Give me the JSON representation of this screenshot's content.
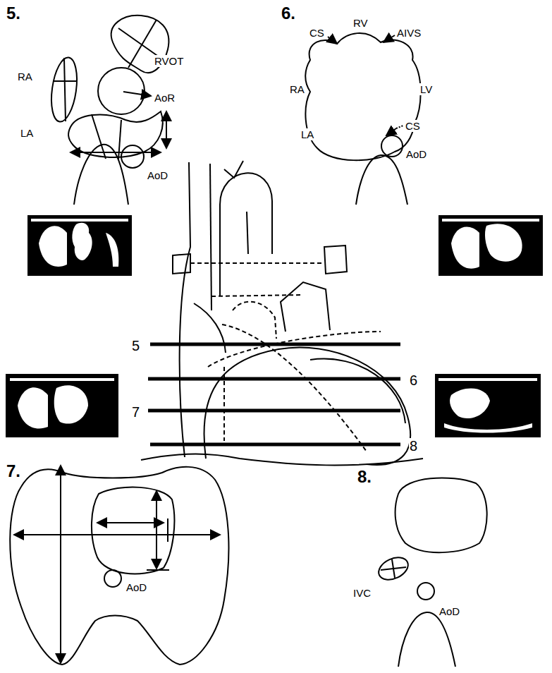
{
  "diagram": {
    "labels": [
      "5.",
      "RA",
      "RVOT",
      "AoR",
      "LA",
      "AoD",
      "6.",
      "RV",
      "CS",
      "AIVS",
      "RA",
      "LV",
      "LA",
      "CS",
      "AoD",
      "5",
      "6",
      "7",
      "8",
      "7.",
      "AoD",
      "8.",
      "IVC",
      "AoD"
    ]
  }
}
